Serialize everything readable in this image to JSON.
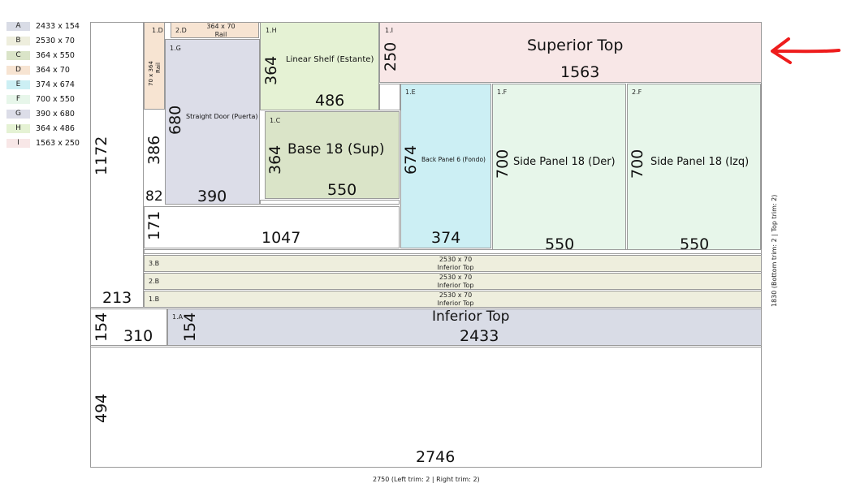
{
  "legend": [
    {
      "key": "A",
      "size": "2433 x 154",
      "color": "#d9dce6"
    },
    {
      "key": "B",
      "size": "2530 x 70",
      "color": "#eeeedd"
    },
    {
      "key": "C",
      "size": "364 x 550",
      "color": "#dae4c8"
    },
    {
      "key": "D",
      "size": "364 x 70",
      "color": "#f7e4d2"
    },
    {
      "key": "E",
      "size": "374 x 674",
      "color": "#cceff4"
    },
    {
      "key": "F",
      "size": "700 x 550",
      "color": "#e7f6ea"
    },
    {
      "key": "G",
      "size": "390 x 680",
      "color": "#dcdde8"
    },
    {
      "key": "H",
      "size": "364 x 486",
      "color": "#e5f2d4"
    },
    {
      "key": "I",
      "size": "1563 x 250",
      "color": "#f8e7e7"
    }
  ],
  "pieces": {
    "d1": {
      "tag": "1.D",
      "rot_dims": "70 x 364",
      "rot_name": "Rail"
    },
    "d2": {
      "tag": "2.D",
      "dims": "364 x 70",
      "name": "Rail"
    },
    "g1": {
      "tag": "1.G",
      "name": "Straight Door (Puerta)",
      "w": "390",
      "h": "680"
    },
    "h1": {
      "tag": "1.H",
      "name": "Linear Shelf (Estante)",
      "w": "486",
      "h": "364"
    },
    "c1": {
      "tag": "1.C",
      "name": "Base 18 (Sup)",
      "w": "550",
      "h": "364"
    },
    "i1": {
      "tag": "1.I",
      "name": "Superior Top",
      "w": "1563",
      "h": "250"
    },
    "e1": {
      "tag": "1.E",
      "name": "Back Panel 6 (Fondo)",
      "w": "374",
      "h": "674"
    },
    "f1": {
      "tag": "1.F",
      "name": "Side Panel 18 (Der)",
      "w": "550",
      "h": "700"
    },
    "f2": {
      "tag": "2.F",
      "name": "Side Panel 18 (Izq)",
      "w": "550",
      "h": "700"
    },
    "b3": {
      "tag": "3.B",
      "dims": "2530 x 70",
      "name": "Inferior Top"
    },
    "b2": {
      "tag": "2.B",
      "dims": "2530 x 70",
      "name": "Inferior Top"
    },
    "b1": {
      "tag": "1.B",
      "dims": "2530 x 70",
      "name": "Inferior Top"
    },
    "a1": {
      "tag": "1.A",
      "name": "Inferior Top",
      "w": "2433",
      "h": "154"
    }
  },
  "waste": {
    "left_h": "1172",
    "left_w": "213",
    "mid_h": "386",
    "mid_w": "82",
    "strip_h": "171",
    "strip_w": "1047",
    "corner_h": "154",
    "corner_w": "310",
    "bottom_h": "494",
    "bottom_w": "2746"
  },
  "footer": {
    "width_label": "2750 (Left trim: 2  | Right trim: 2)",
    "height_label": "1830 (Bottom trim: 2 | Top trim: 2)"
  },
  "annotation": {
    "arrow_color": "#ee1c1c"
  }
}
